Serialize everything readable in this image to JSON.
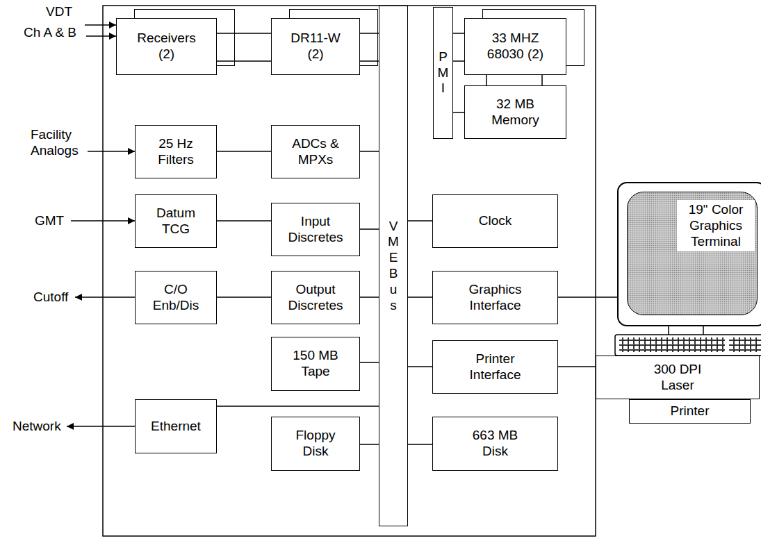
{
  "diagram": {
    "nodes": [
      {
        "text": [
          "Receivers (2)"
        ]
      },
      {
        "text": [
          "DR11-W (2)"
        ]
      },
      {
        "text": [
          "VME Bus"
        ]
      },
      {
        "text": [
          "PMI"
        ]
      },
      {
        "text": [
          "33 MHZ 68030 (2)"
        ]
      },
      {
        "text": [
          "32 MB Memory"
        ]
      },
      {
        "text": [
          "25 Hz Filters"
        ]
      },
      {
        "text": [
          "ADCs & MPXs"
        ]
      },
      {
        "text": [
          "Datum TCG"
        ]
      },
      {
        "text": [
          "Input Discretes"
        ]
      },
      {
        "text": [
          "Clock"
        ]
      },
      {
        "text": [
          "19\" Color Graphics Terminal"
        ]
      },
      {
        "text": [
          "C/O Enb/Dis"
        ]
      },
      {
        "text": [
          "Output Discretes"
        ]
      },
      {
        "text": [
          "Graphics Interface"
        ]
      },
      {
        "text": [
          "150 MB Tape"
        ]
      },
      {
        "text": [
          "Printer Interface"
        ]
      },
      {
        "text": [
          "300 DPI Laser"
        ]
      },
      {
        "text": [
          "Printer"
        ]
      },
      {
        "text": [
          "Ethernet"
        ]
      },
      {
        "text": [
          "Floppy Disk"
        ]
      },
      {
        "text": [
          "663 MB Disk"
        ]
      }
    ],
    "edges": [
      {
        "from": 0,
        "to": 1,
        "arrow": "none"
      },
      {
        "from": 0,
        "to": 1,
        "arrow": "none"
      },
      {
        "from": 1,
        "to": 2,
        "arrow": "none"
      },
      {
        "from": 1,
        "to": 2,
        "arrow": "none"
      },
      {
        "from": 3,
        "to": 4,
        "arrow": "none"
      },
      {
        "from": 3,
        "to": 4,
        "arrow": "none"
      },
      {
        "from": 3,
        "to": 5,
        "arrow": "none"
      },
      {
        "from": 4,
        "to": 5,
        "arrow": "none"
      },
      {
        "from": 4,
        "to": 5,
        "arrow": "none"
      },
      {
        "from": 6,
        "to": 7,
        "arrow": "none"
      },
      {
        "from": 7,
        "to": 2,
        "arrow": "none"
      },
      {
        "from": 8,
        "to": 9,
        "arrow": "none"
      },
      {
        "from": 9,
        "to": 2,
        "arrow": "none"
      },
      {
        "from": 2,
        "to": 10,
        "arrow": "none"
      },
      {
        "from": 12,
        "to": 13,
        "arrow": "none"
      },
      {
        "from": 13,
        "to": 2,
        "arrow": "none"
      },
      {
        "from": 2,
        "to": 14,
        "arrow": "none"
      },
      {
        "from": 14,
        "to": 11,
        "arrow": "none"
      },
      {
        "from": 15,
        "to": 2,
        "arrow": "none"
      },
      {
        "from": 2,
        "to": 16,
        "arrow": "none"
      },
      {
        "from": 16,
        "to": 17,
        "arrow": "none"
      },
      {
        "from": 19,
        "to": 2,
        "arrow": "none"
      },
      {
        "from": 20,
        "to": 2,
        "arrow": "none"
      },
      {
        "from": 2,
        "to": 21,
        "arrow": "none"
      }
    ],
    "labels": [
      "VDT",
      "Ch A & B",
      "Facility Analogs",
      "GMT",
      "Cutoff",
      "Network"
    ]
  }
}
